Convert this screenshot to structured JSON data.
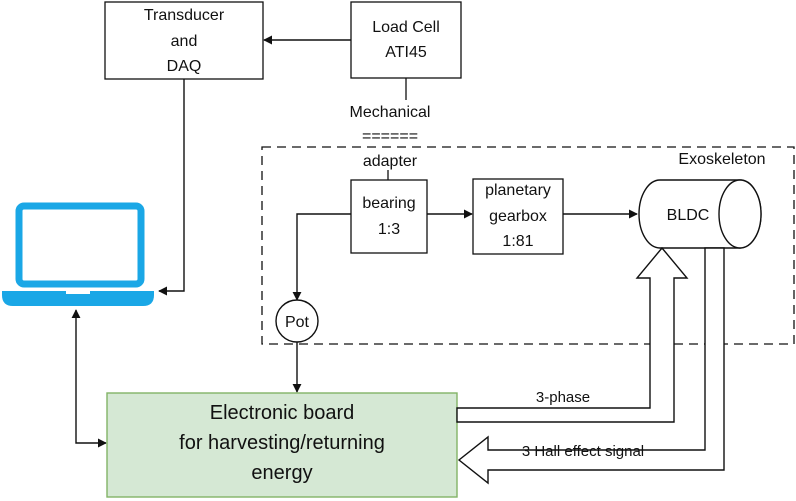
{
  "colors": {
    "line": "#111111",
    "laptop": "#1aa7e6",
    "board_fill": "#d5e8d4",
    "board_stroke": "#82b366"
  },
  "blocks": {
    "transducer": {
      "lines": [
        "Transducer",
        "and",
        "DAQ"
      ]
    },
    "load_cell": {
      "lines": [
        "Load Cell",
        "ATI45"
      ]
    },
    "adapter": {
      "lines": [
        "Mechanical",
        "======",
        "adapter"
      ]
    },
    "exoskeleton": {
      "label": "Exoskeleton"
    },
    "bearing": {
      "lines": [
        "bearing",
        "1:3"
      ]
    },
    "gearbox": {
      "lines": [
        "planetary",
        "gearbox",
        "1:81"
      ]
    },
    "bldc": {
      "label": "BLDC"
    },
    "pot": {
      "label": "Pot"
    },
    "board": {
      "lines": [
        "Electronic board",
        "for harvesting/returning",
        "energy"
      ]
    }
  },
  "signals": {
    "three_phase": "3-phase",
    "hall": "3 Hall effect signal"
  },
  "icons": {
    "laptop": "laptop-icon"
  }
}
